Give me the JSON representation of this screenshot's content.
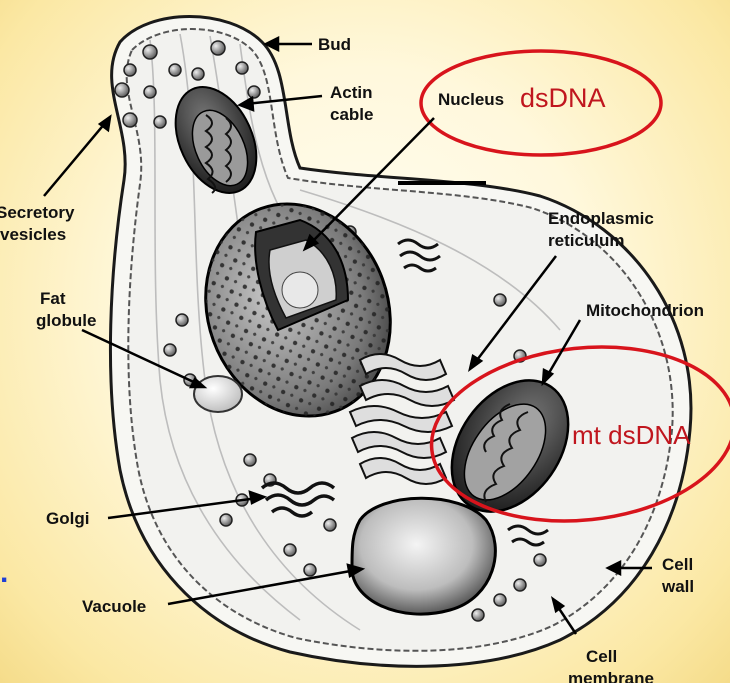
{
  "labels": {
    "bud": "Bud",
    "actin_1": "Actin",
    "actin_2": "cable",
    "nucleus": "Nucleus",
    "dsdna": "dsDNA",
    "secretory_1": "Secretory",
    "secretory_2": "vesicles",
    "er_1": "Endoplasmic",
    "er_2": "reticulum",
    "fat_1": "Fat",
    "fat_2": "globule",
    "mitochondrion": "Mitochondrion",
    "mt_dsdna": "mt dsDNA",
    "golgi": "Golgi",
    "vacuole": "Vacuole",
    "cell_wall_1": "Cell",
    "cell_wall_2": "wall",
    "cell_membrane_1": "Cell",
    "cell_membrane_2": "membrane",
    "side_mark": "."
  },
  "colors": {
    "highlight_red": "#d8141c",
    "label_red": "#c0161e",
    "side_mark_blue": "#1f3fd6",
    "background": "#fbe9a6"
  }
}
